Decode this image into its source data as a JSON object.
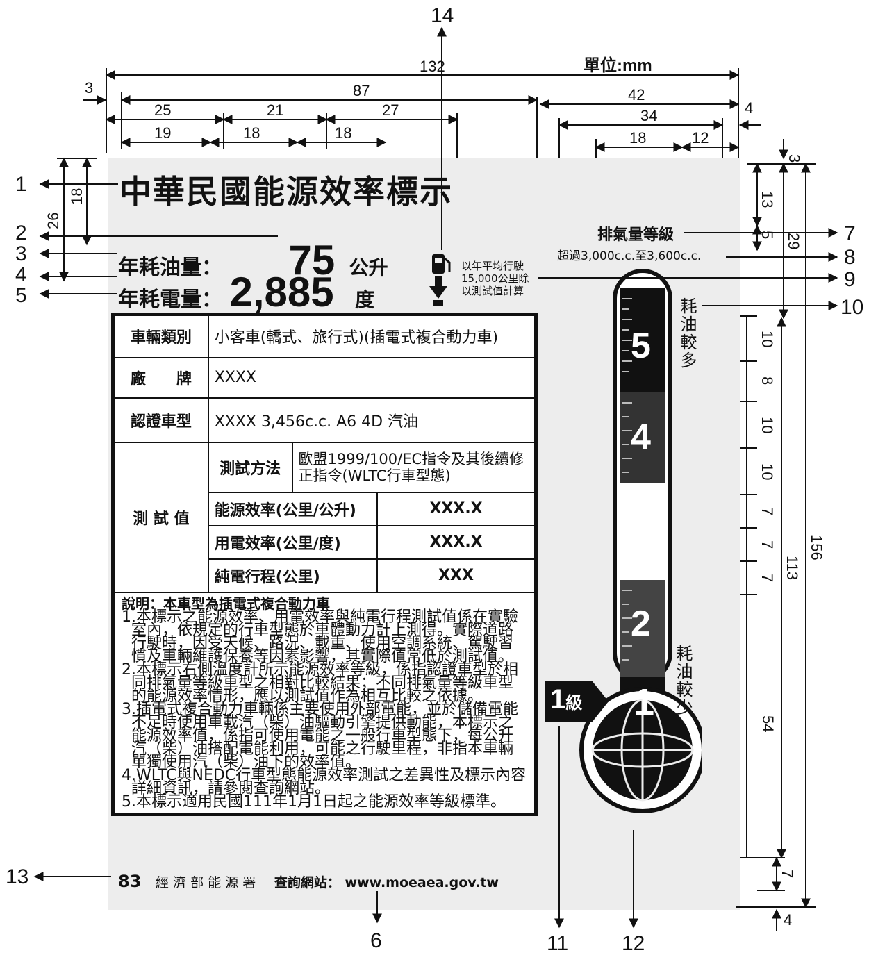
{
  "unit_label": "單位:mm",
  "title": "中華民國能源效率標示",
  "fuel_row": {
    "label": "年耗油量：",
    "value": "75",
    "unit": "公升"
  },
  "elec_row": {
    "label": "年耗電量：",
    "value": "2,885",
    "unit": "度"
  },
  "avg_note": [
    "以年平均行駛",
    "15,000公里除",
    "以測試值計算"
  ],
  "displacement_header": "排氣量等級",
  "displacement_range": "超過3,000c.c.至3,600c.c.",
  "more_fuel": "耗油較多",
  "less_fuel": "耗油較少",
  "grade_marker": {
    "num": "1",
    "suffix": "級"
  },
  "grade_levels": [
    "5",
    "4",
    "2",
    "1"
  ],
  "table": {
    "vehicle_type_label": "車輛類別",
    "vehicle_type": "小客車(轎式、旅行式)(插電式複合動力車)",
    "brand_label": "廠　　牌",
    "brand": "XXXX",
    "model_label": "認證車型",
    "model": "XXXX 3,456c.c. A6 4D 汽油",
    "test_label": "測 試 值",
    "method_label": "測試方法",
    "method": "歐盟1999/100/EC指令及其後續修正指令(WLTC行車型態)",
    "energy_label": "能源效率(公里/公升)",
    "energy_value": "XXX.X",
    "elec_label": "用電效率(公里/度)",
    "elec_value": "XXX.X",
    "range_label": "純電行程(公里)",
    "range_value": "XXX"
  },
  "notes": {
    "heading": "說明：本車型為插電式複合動力車",
    "items": [
      "1.本標示之能源效率、用電效率與純電行程測試值係在實驗室內，依規定的行車型態於車體動力計上測得。實際道路行駛時，因受天候、路況、載重、使用空調系統、駕駛習慣及車輛維護保養等因素影響，其實際值常低於測試值。",
      "2.本標示右側溫度計所示能源效率等級，係指認證車型於相同排氣量等級車型之相對比較結果；不同排氣量等級車型的能源效率情形，應以測試值作為相互比較之依據。",
      "3.插電式複合動力車輛係主要使用外部電能，並於儲備電能不足時使用車載汽（柴）油驅動引擎提供動能，本標示之能源效率值，係指可使用電能之一般行車型態下，每公升汽（柴）油搭配電能利用，可能之行駛里程，非指本車輛單獨使用汽（柴）油下的效率值。",
      "4.WLTC與NEDC行車型態能源效率測試之差異性及標示內容詳細資訊，請參閱查詢網站。",
      "5.本標示適用民國111年1月1日起之能源效率等級標準。"
    ]
  },
  "footer": {
    "logo": "83",
    "agency": "經 濟 部 能 源 署",
    "website_label": "查詢網站：",
    "website": "www.moeaea.gov.tw"
  },
  "dimensions": {
    "top": [
      "132",
      "3",
      "87",
      "42",
      "25",
      "21",
      "27",
      "34",
      "4",
      "19",
      "18",
      "18",
      "18",
      "12"
    ],
    "left": [
      "18",
      "26"
    ],
    "right": [
      "3",
      "13",
      "5",
      "29",
      "10",
      "8",
      "10",
      "10",
      "7",
      "7",
      "7",
      "113",
      "156",
      "54",
      "7",
      "4"
    ]
  },
  "callouts": [
    "1",
    "2",
    "3",
    "4",
    "5",
    "6",
    "7",
    "8",
    "9",
    "10",
    "11",
    "12",
    "13",
    "14"
  ]
}
